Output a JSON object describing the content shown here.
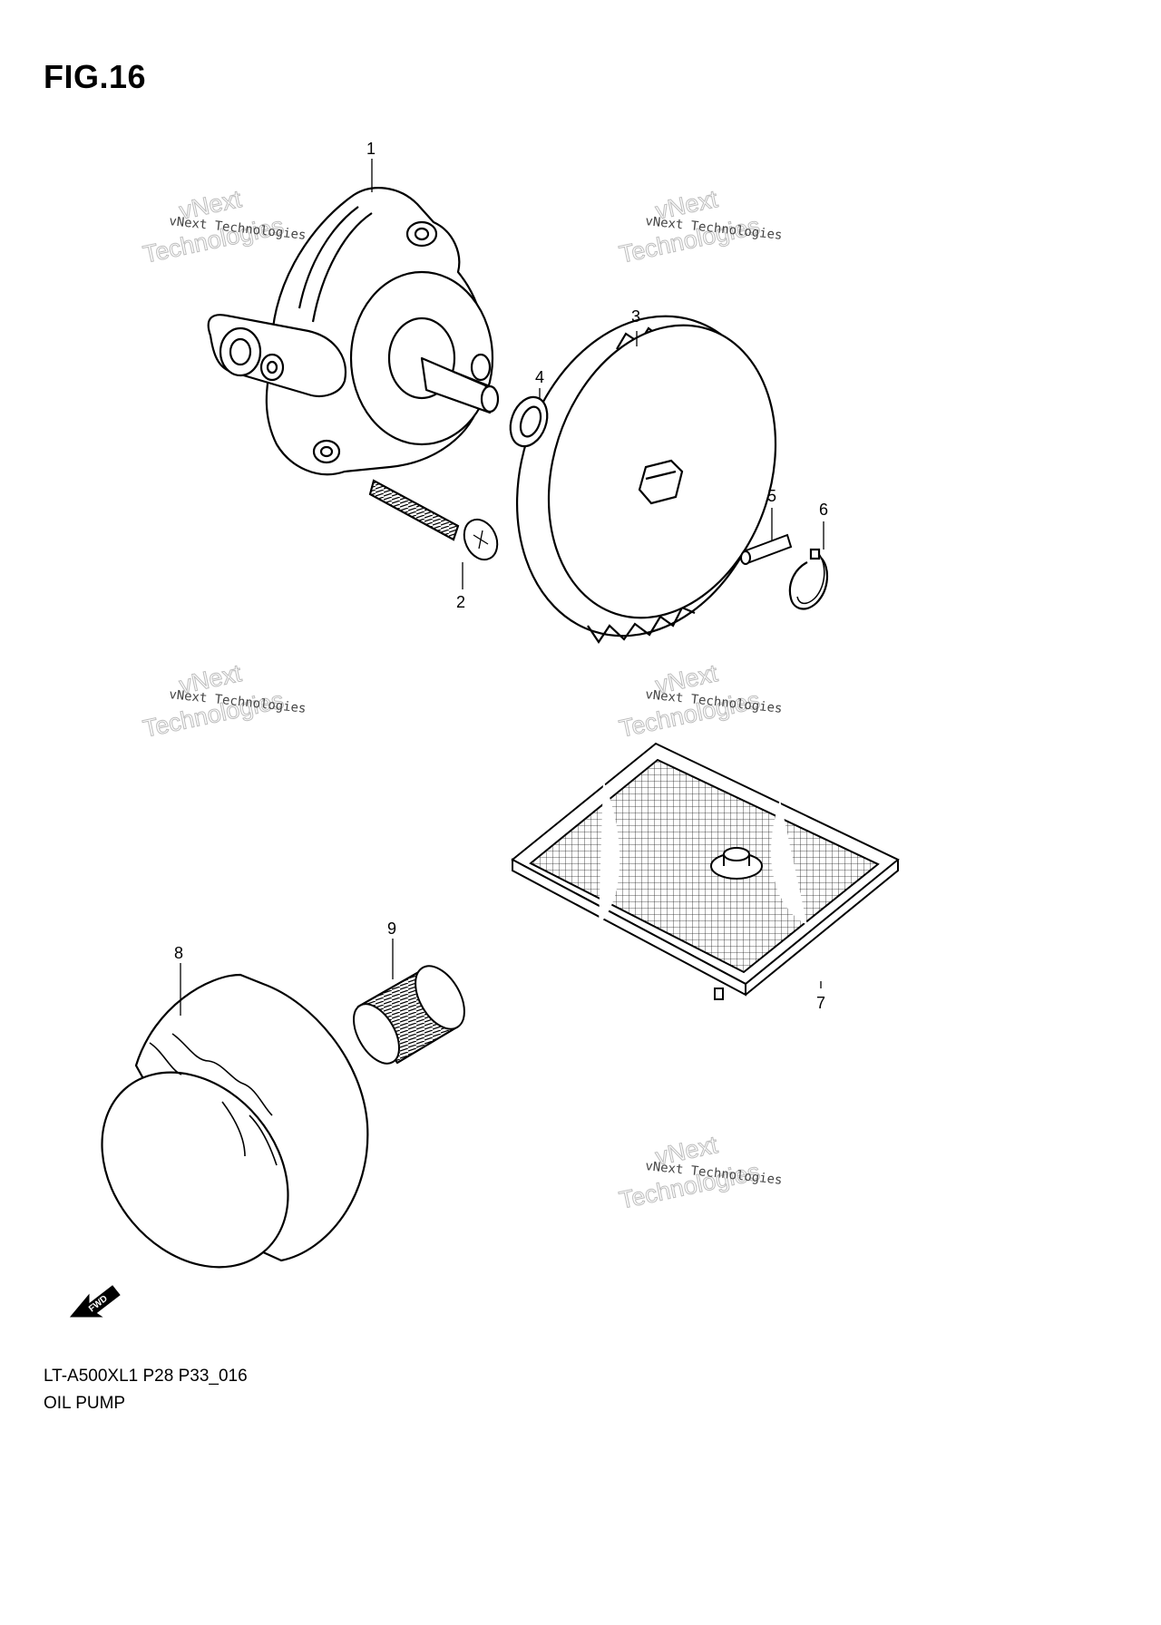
{
  "figure": {
    "title": "FIG.16",
    "model_code": "LT-A500XL1 P28 P33_016",
    "name": "OIL PUMP"
  },
  "watermark": {
    "line_small": "vNext Technologies",
    "line_top": "vNext",
    "line_bottom": "Technologies"
  },
  "direction_arrow": {
    "label": "FWD",
    "icon": "fwd-arrow-icon"
  },
  "callouts": [
    "1",
    "2",
    "3",
    "4",
    "5",
    "6",
    "7",
    "8",
    "9"
  ],
  "parts": [
    {
      "callout": "1",
      "icon": "oil-pump-body-icon"
    },
    {
      "callout": "2",
      "icon": "screw-icon"
    },
    {
      "callout": "3",
      "icon": "driven-gear-icon"
    },
    {
      "callout": "4",
      "icon": "washer-icon"
    },
    {
      "callout": "5",
      "icon": "pin-icon"
    },
    {
      "callout": "6",
      "icon": "circlip-icon"
    },
    {
      "callout": "7",
      "icon": "oil-strainer-icon"
    },
    {
      "callout": "8",
      "icon": "oil-filter-icon"
    },
    {
      "callout": "9",
      "icon": "union-bolt-icon"
    }
  ]
}
